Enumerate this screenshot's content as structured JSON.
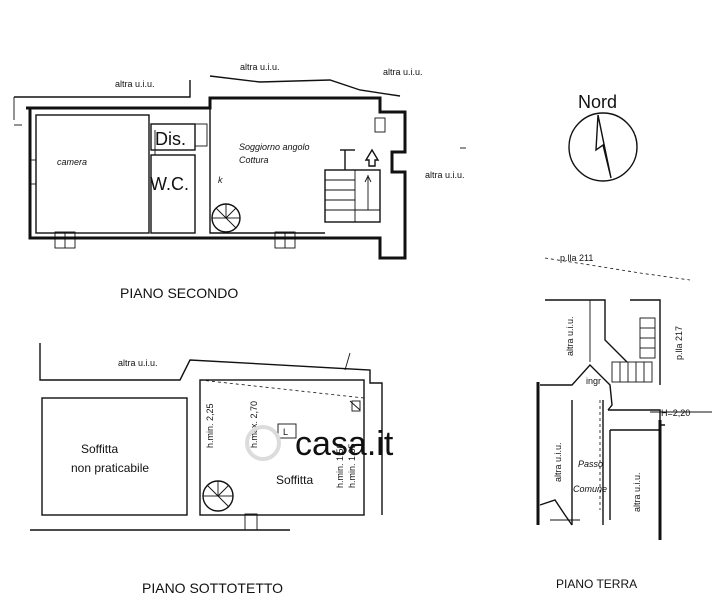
{
  "piano_secondo": {
    "title": "PIANO SECONDO",
    "rooms": {
      "camera": "camera",
      "dis": "Dis.",
      "wc": "W.C.",
      "soggiorno": "Soggiorno angolo",
      "cottura": "Cottura",
      "k": "k"
    },
    "neighbors": {
      "top_left": "altra u.i.u.",
      "top_middle": "altra u.i.u.",
      "top_right": "altra u.i.u.",
      "right": "altra u.i.u."
    }
  },
  "piano_sottotetto": {
    "title": "PIANO SOTTOTETTO",
    "neighbor": "altra u.i.u.",
    "soffitta_np_line1": "Soffitta",
    "soffitta_np_line2": "non praticabile",
    "soffitta": "Soffitta",
    "hmin_225": "h.min. 2,25",
    "hmax_270": "h.max. 2,70",
    "hmin_150": "h.min. 1,50",
    "hmin_135": "h.min. 1,35",
    "l_marker": "L"
  },
  "piano_terra": {
    "title": "PIANO TERRA",
    "plla_211": "p.lla 211",
    "plla_217": "p.lla 217",
    "altra_top": "altra u.i.u.",
    "altra_left": "altra u.i.u.",
    "altra_right": "altra u.i.u.",
    "height": "H=2,20",
    "passo": "Passo",
    "comune": "Comune",
    "ingr": "ingr"
  },
  "north": {
    "label": "Nord"
  },
  "watermark": {
    "text": "casa.it"
  }
}
